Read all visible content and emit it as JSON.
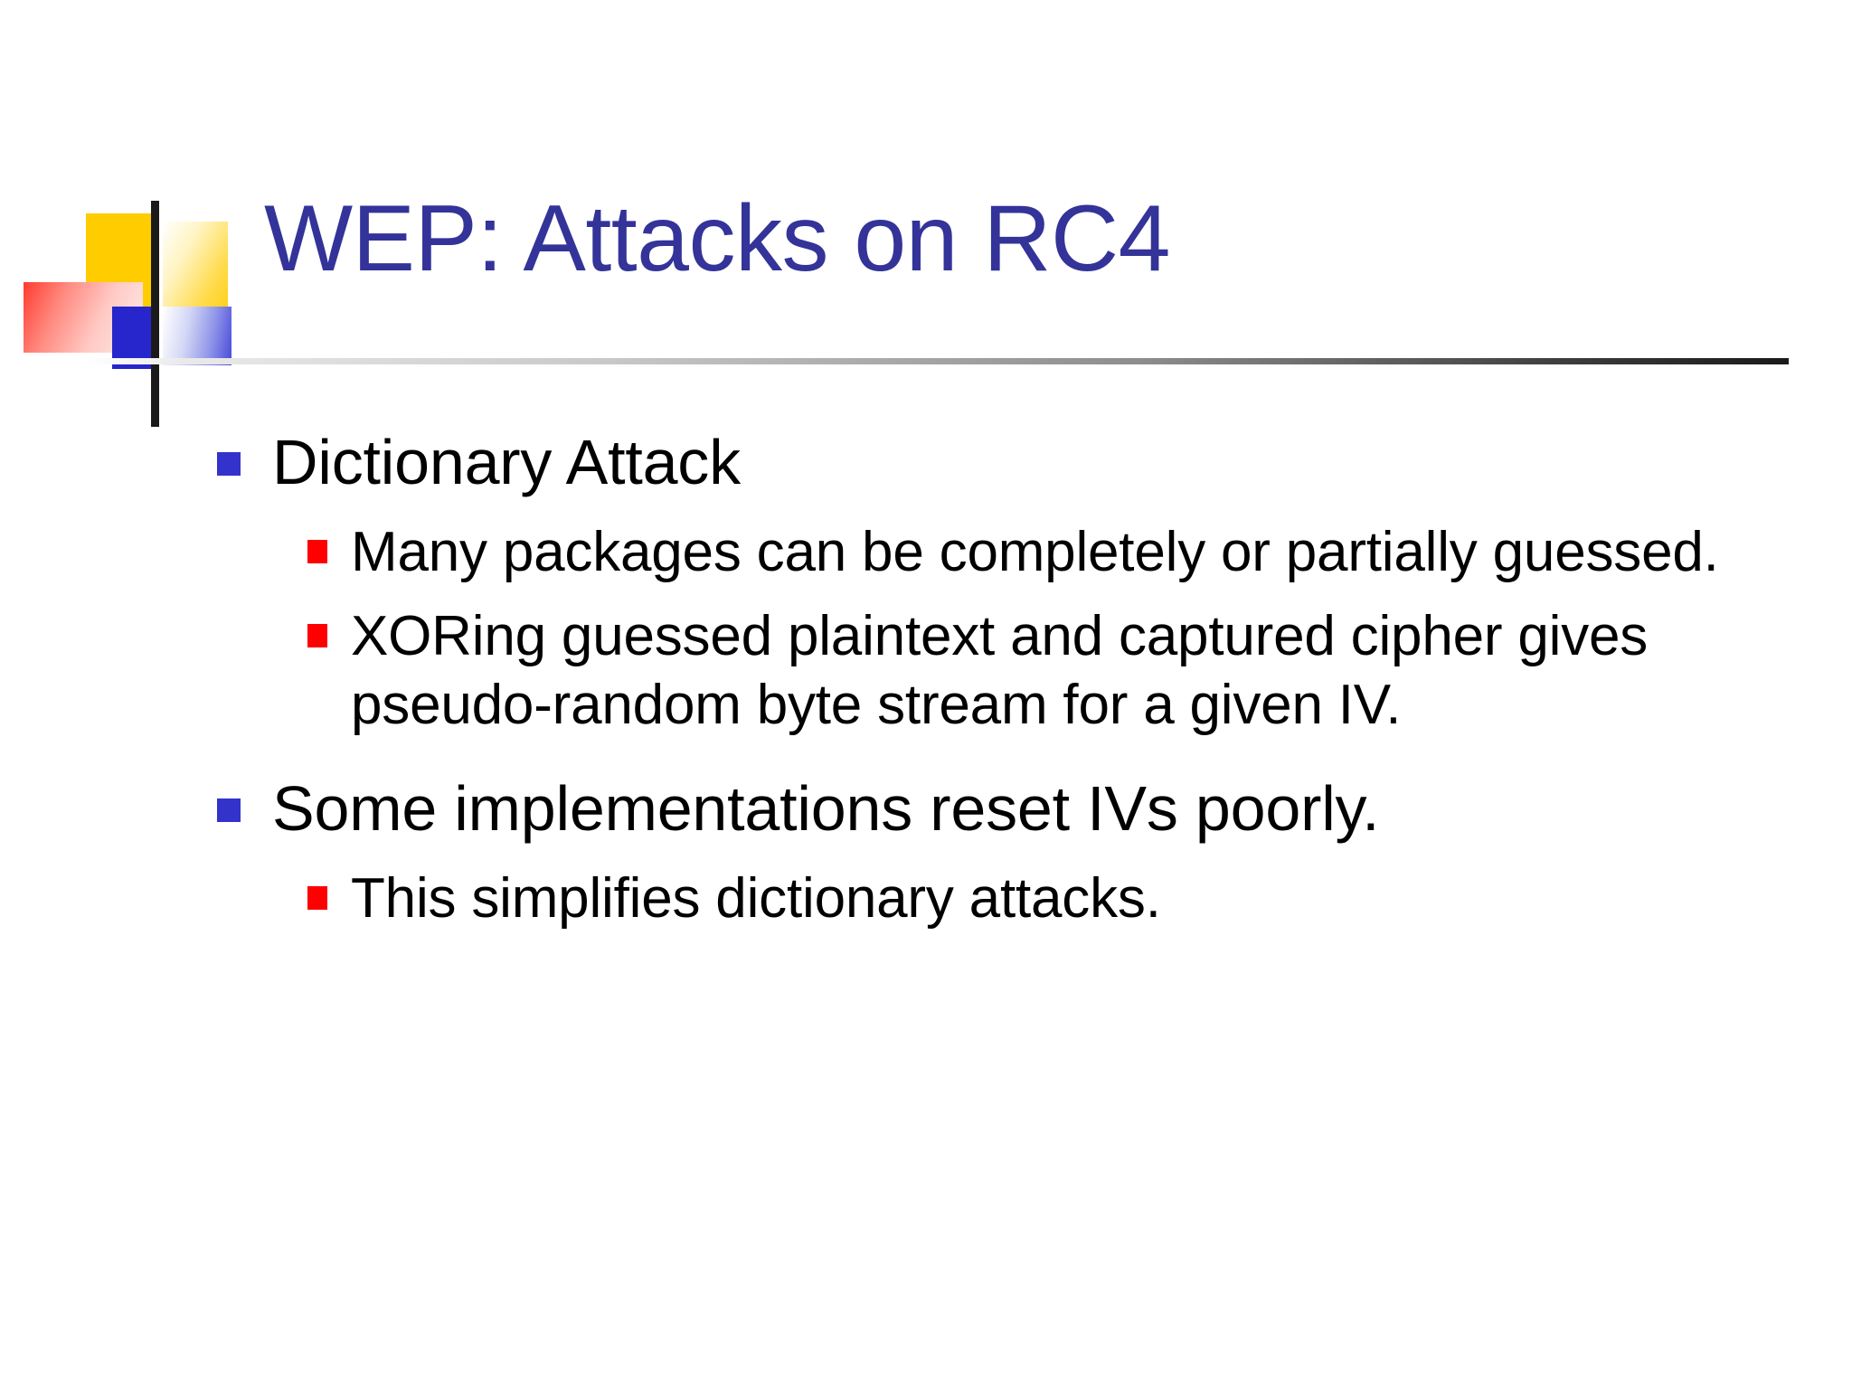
{
  "slide": {
    "title": "WEP: Attacks on RC4",
    "colors": {
      "title": "#333399",
      "level1_bullet": "#3333cc",
      "level2_bullet": "#ff0000",
      "body_text": "#000000",
      "background": "#ffffff",
      "ornament_yellow": "#ffcc00",
      "ornament_red": "#ff3b30",
      "ornament_blue": "#2626cc",
      "ornament_bar": "#1a1a1a"
    },
    "content": [
      {
        "level": 1,
        "text": "Dictionary Attack"
      },
      {
        "level": 2,
        "text": "Many packages can be completely or partially guessed."
      },
      {
        "level": 2,
        "text": "XORing guessed plaintext and captured cipher gives pseudo-random byte stream for a given IV."
      },
      {
        "level": 1,
        "text": "Some implementations reset IVs poorly."
      },
      {
        "level": 2,
        "text": "This simplifies dictionary attacks."
      }
    ]
  }
}
